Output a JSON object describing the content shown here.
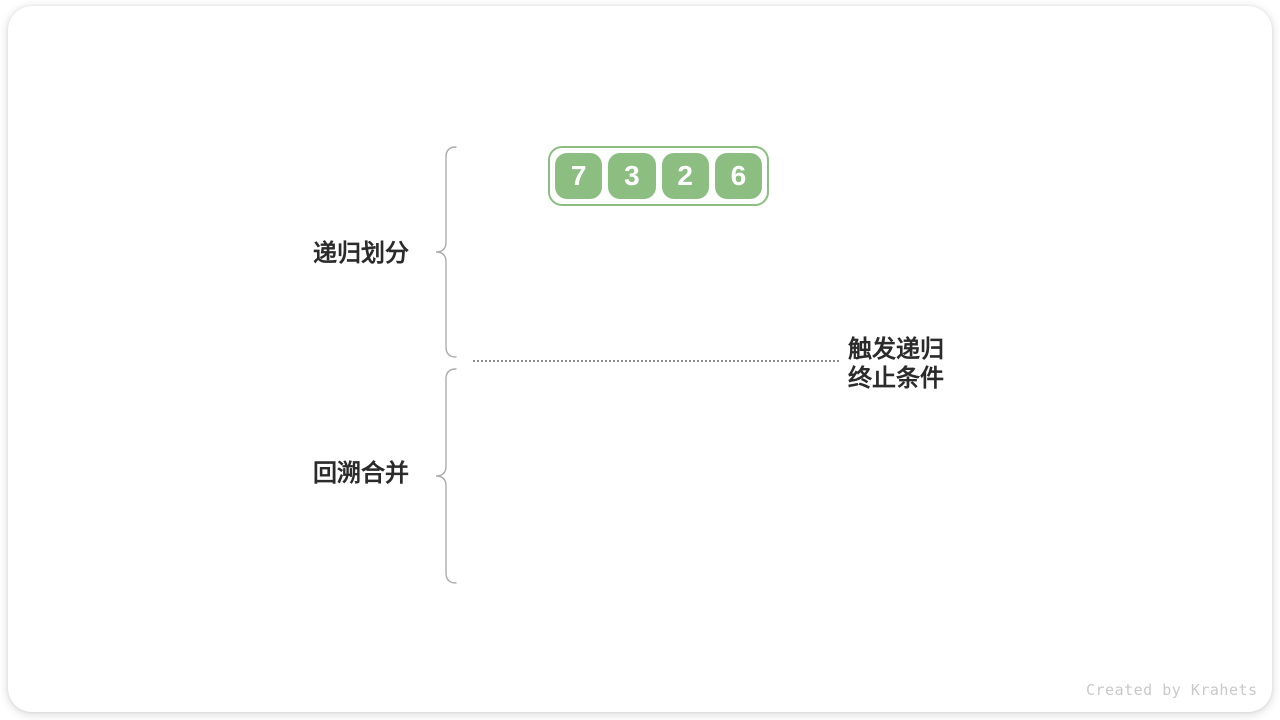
{
  "page": {
    "watermark": "Created by Krahets"
  },
  "colors": {
    "cell_green": "#8CBE82",
    "brace_gray": "#ADADAD",
    "label_dark": "#2B2B2B",
    "dotted_gray": "#8E8E8E",
    "watermark_gray": "#C9C9C9"
  },
  "diagram": {
    "array": {
      "values": [
        "7",
        "3",
        "2",
        "6"
      ]
    },
    "phase_labels": [
      {
        "label": "递归划分"
      },
      {
        "label": "回溯合并"
      }
    ],
    "divider": {
      "line1": "触发递归",
      "line2": "终止条件"
    }
  }
}
